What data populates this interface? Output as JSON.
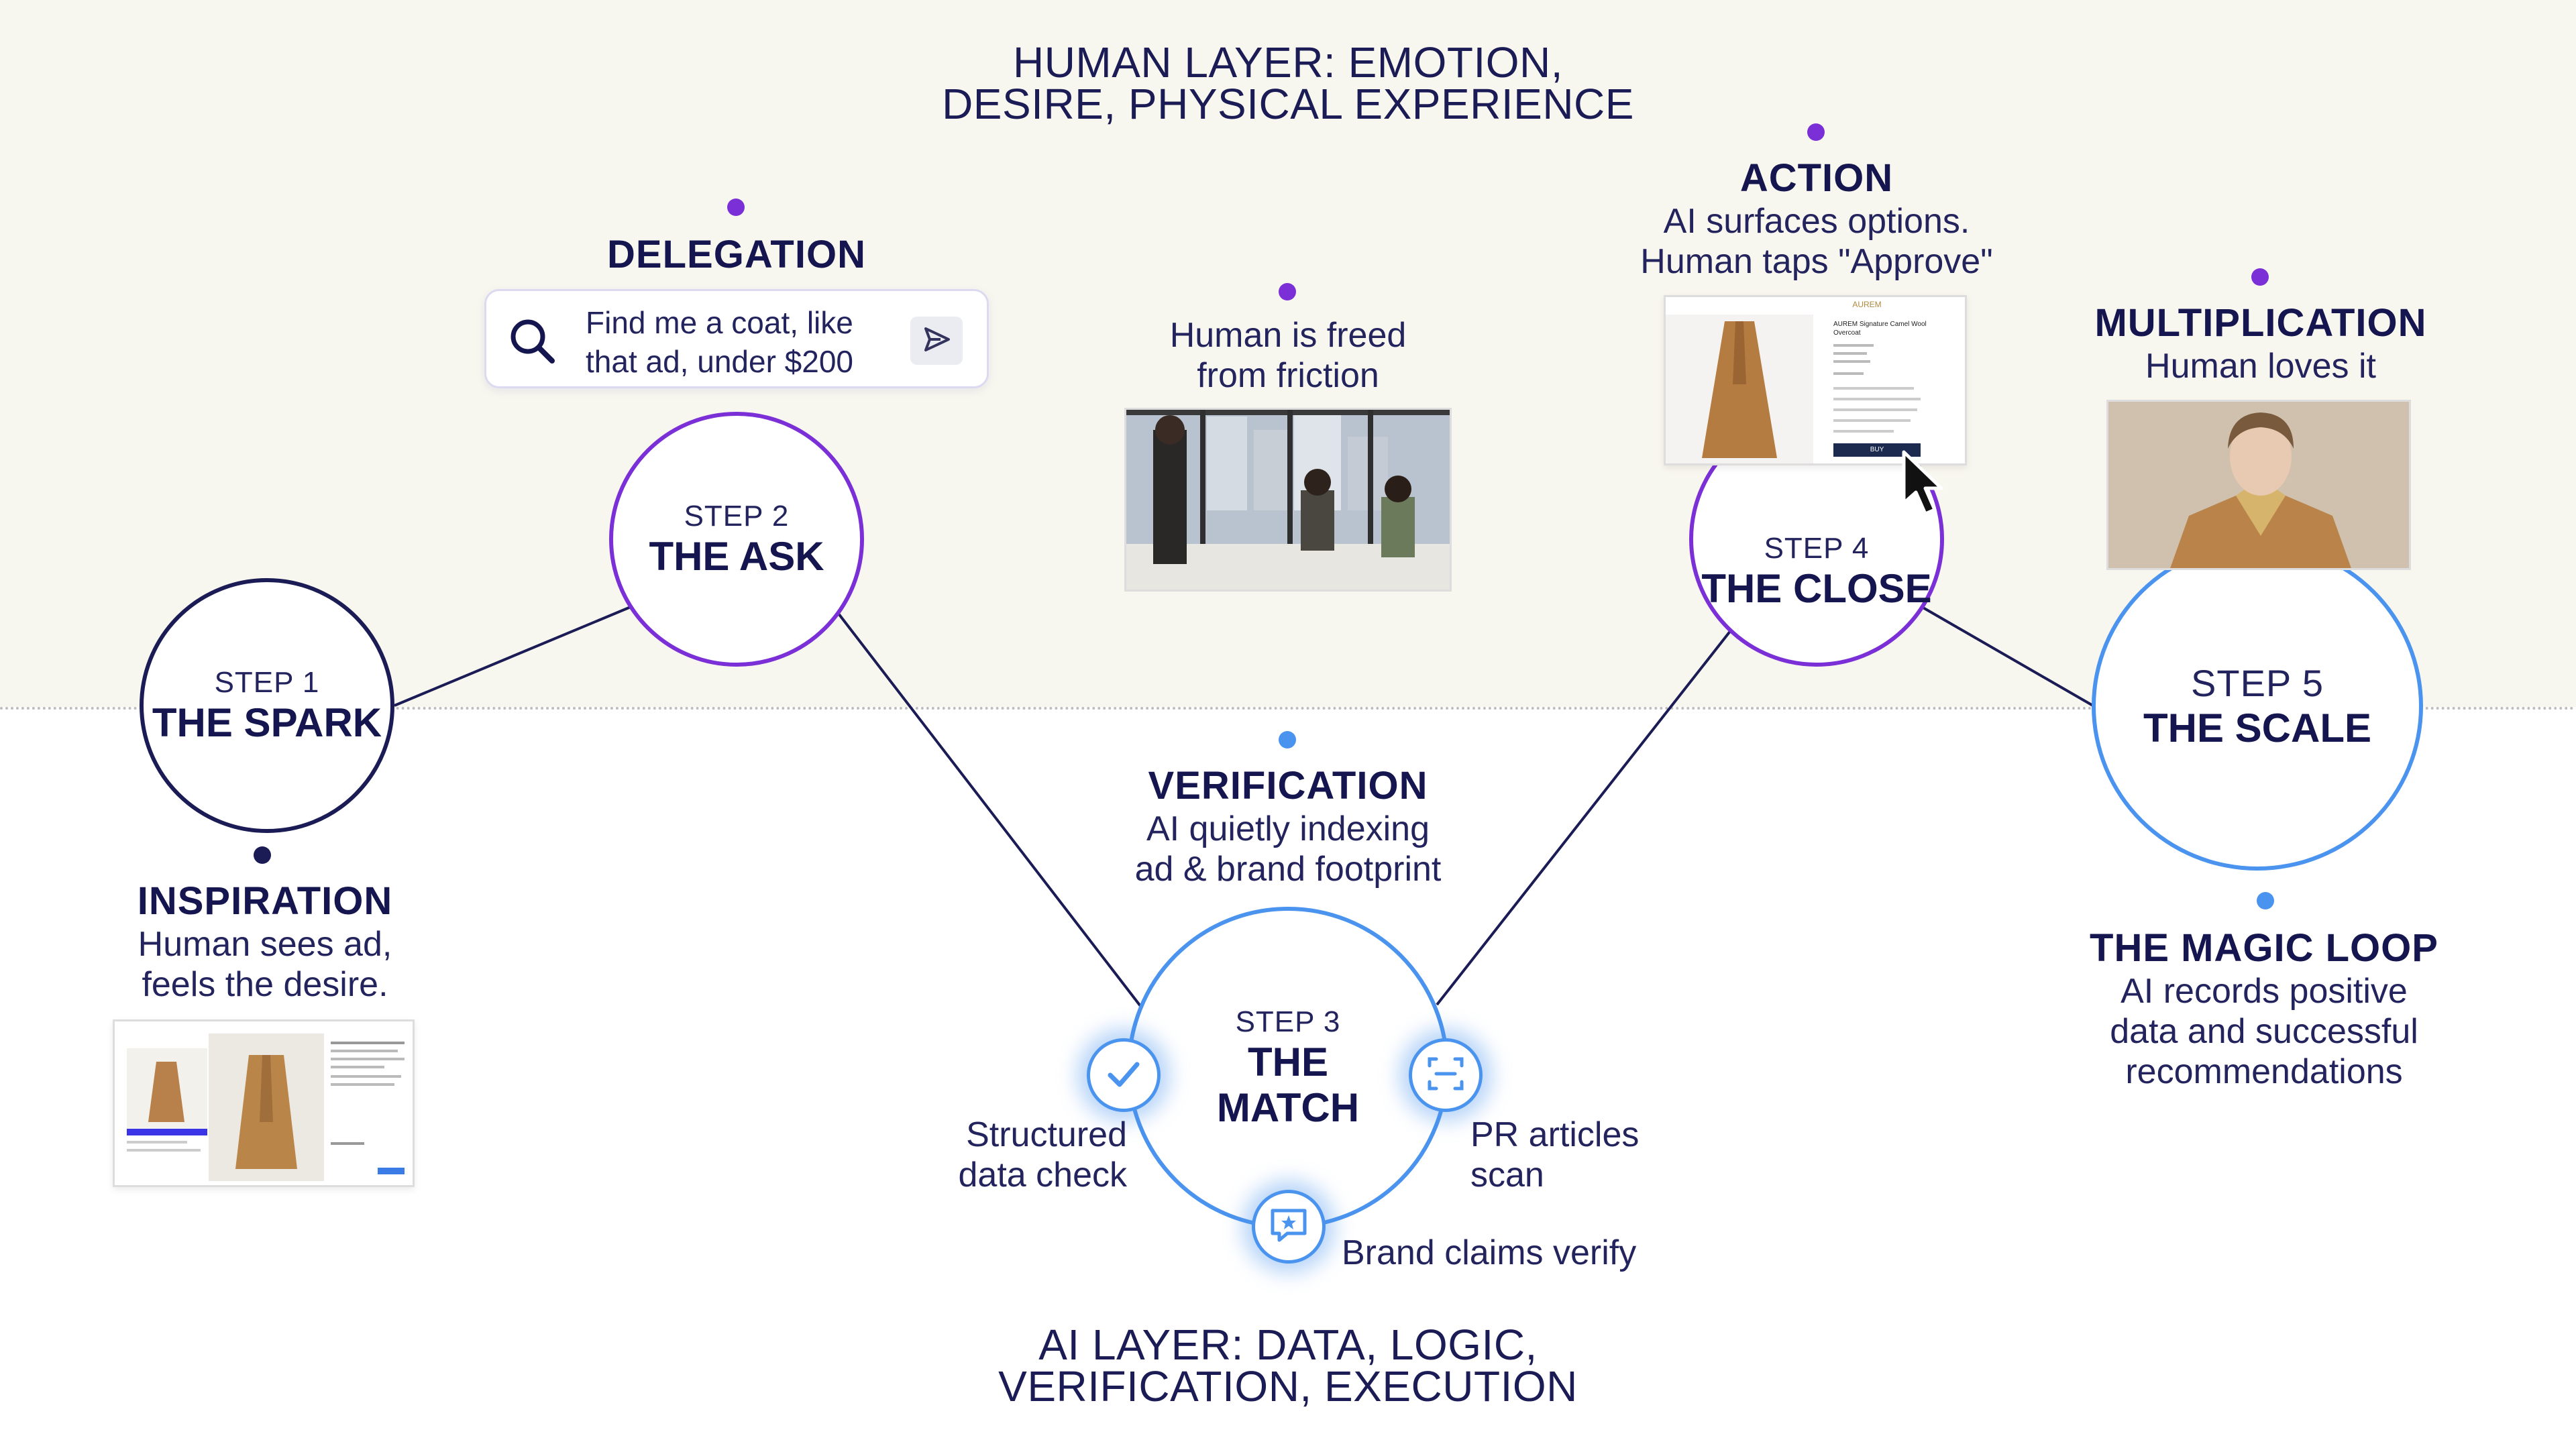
{
  "layers": {
    "human": "HUMAN LAYER: EMOTION, DESIRE, PHYSICAL EXPERIENCE",
    "human_line1": "HUMAN LAYER: EMOTION,",
    "human_line2": "DESIRE, PHYSICAL EXPERIENCE",
    "ai_line1": "AI LAYER: DATA, LOGIC,",
    "ai_line2": "VERIFICATION, EXECUTION"
  },
  "colors": {
    "navy": "#1b1b55",
    "purple": "#7b2fd6",
    "blue": "#4a93ee",
    "human_bg": "#f8f7ef"
  },
  "steps": [
    {
      "step": "STEP 1",
      "name": "THE SPARK"
    },
    {
      "step": "STEP 2",
      "name": "THE ASK"
    },
    {
      "step": "STEP 3",
      "name_line1": "THE",
      "name_line2": "MATCH"
    },
    {
      "step": "STEP 4",
      "name": "THE CLOSE"
    },
    {
      "step": "STEP 5",
      "name": "THE SCALE"
    }
  ],
  "labels": {
    "inspiration": {
      "heading": "INSPIRATION",
      "line1": "Human sees ad,",
      "line2": "feels the desire."
    },
    "delegation": {
      "heading": "DELEGATION"
    },
    "freed": {
      "line1": "Human is freed",
      "line2": "from friction"
    },
    "verification": {
      "heading": "VERIFICATION",
      "line1": "AI quietly indexing",
      "line2": "ad & brand footprint"
    },
    "action": {
      "heading": "ACTION",
      "line1": "AI surfaces options.",
      "line2": "Human taps \"Approve\""
    },
    "multiplication": {
      "heading": "MULTIPLICATION",
      "line1": "Human loves it"
    },
    "magic_loop": {
      "heading": "THE MAGIC LOOP",
      "line1": "AI records positive",
      "line2": "data and successful",
      "line3": "recommendations"
    }
  },
  "search": {
    "query_line1": "Find me a coat, like",
    "query_line2": "that ad, under $200",
    "icon": "search-icon",
    "send_icon": "send-icon"
  },
  "checks": {
    "structured": {
      "line1": "Structured",
      "line2": "data check",
      "icon": "check-icon"
    },
    "pr": {
      "line1": "PR articles",
      "line2": "scan",
      "icon": "scan-icon"
    },
    "brand": {
      "text": "Brand claims verify",
      "icon": "chat-star-icon"
    }
  },
  "product_card": {
    "brand": "AUREM",
    "title": "AUREM Signature Camel Wool Overcoat",
    "buy": "BUY"
  }
}
